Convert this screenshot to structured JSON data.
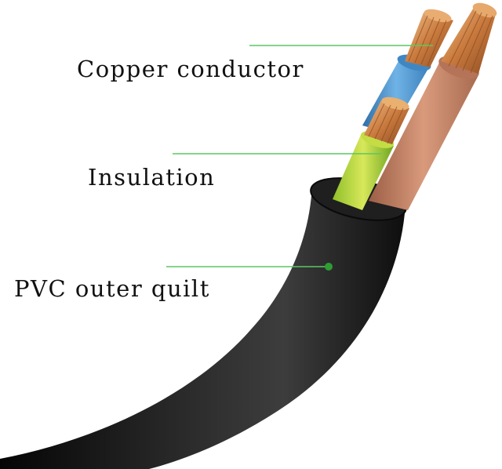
{
  "labels": {
    "copper": "Copper conductor",
    "insulation": "Insulation",
    "pvc": "PVC outer quilt"
  },
  "colors": {
    "text": "#111111",
    "leader": "#5cc760",
    "leader_dot": "#2e9d33",
    "jacket": "#141414",
    "blue_insulation": "#4a97d2",
    "brown_insulation": "#c2866b",
    "yellow_green_insulation": "#b9d645",
    "copper": "#d0894d",
    "background": "#ffffff"
  }
}
